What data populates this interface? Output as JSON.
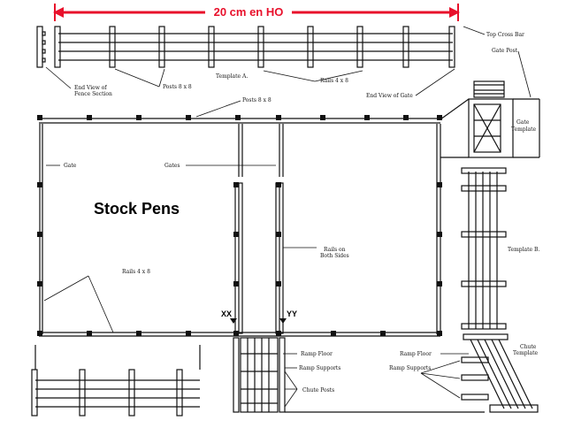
{
  "scale_label": "20 cm en HO",
  "title": "Stock Pens",
  "labels": {
    "template_a": "Template A.",
    "template_b": "Template B.",
    "end_view_fence_1": "End View of",
    "end_view_fence_2": "Fence Section",
    "posts_top": "Posts 8 x 8",
    "posts_mid": "Posts 8 x 8",
    "rails_top": "Rails 4 x 8",
    "end_view_gate": "End View of Gate",
    "top_cross_bar": "Top Cross Bar",
    "gate_post": "Gate Post",
    "gate_template_1": "Gate",
    "gate_template_2": "Template",
    "gate_left": "Gate",
    "gates": "Gates",
    "rails_both_1": "Rails on",
    "rails_both_2": "Both Sides",
    "rails_bottom": "Rails  4 x 8",
    "ramp_floor_1": "Ramp Floor",
    "ramp_supports_1": "Ramp Supports",
    "chute_posts": "Chute Posts",
    "ramp_floor_2": "Ramp Floor",
    "ramp_supports_2": "Ramp Supports",
    "chute_template_1": "Chute",
    "chute_template_2": "Template",
    "marker_xx": "XX",
    "marker_yy": "YY"
  },
  "colors": {
    "scale_arrow": "#e8102b",
    "ink": "#111111",
    "paper": "#ffffff"
  }
}
